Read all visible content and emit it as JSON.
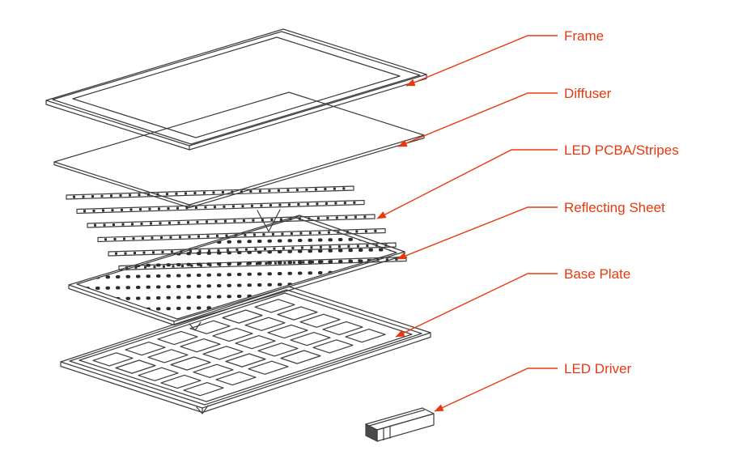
{
  "diagram": {
    "colors": {
      "background": "#ffffff",
      "line": "#3d3d3d",
      "label": "#e8380f"
    },
    "labels": [
      {
        "id": "frame",
        "text": "Frame"
      },
      {
        "id": "diffuser",
        "text": "Diffuser"
      },
      {
        "id": "led-pcba",
        "text": "LED PCBA/Stripes"
      },
      {
        "id": "reflecting-sheet",
        "text": "Reflecting Sheet"
      },
      {
        "id": "base-plate",
        "text": "Base Plate"
      },
      {
        "id": "led-driver",
        "text": "LED Driver"
      }
    ]
  }
}
